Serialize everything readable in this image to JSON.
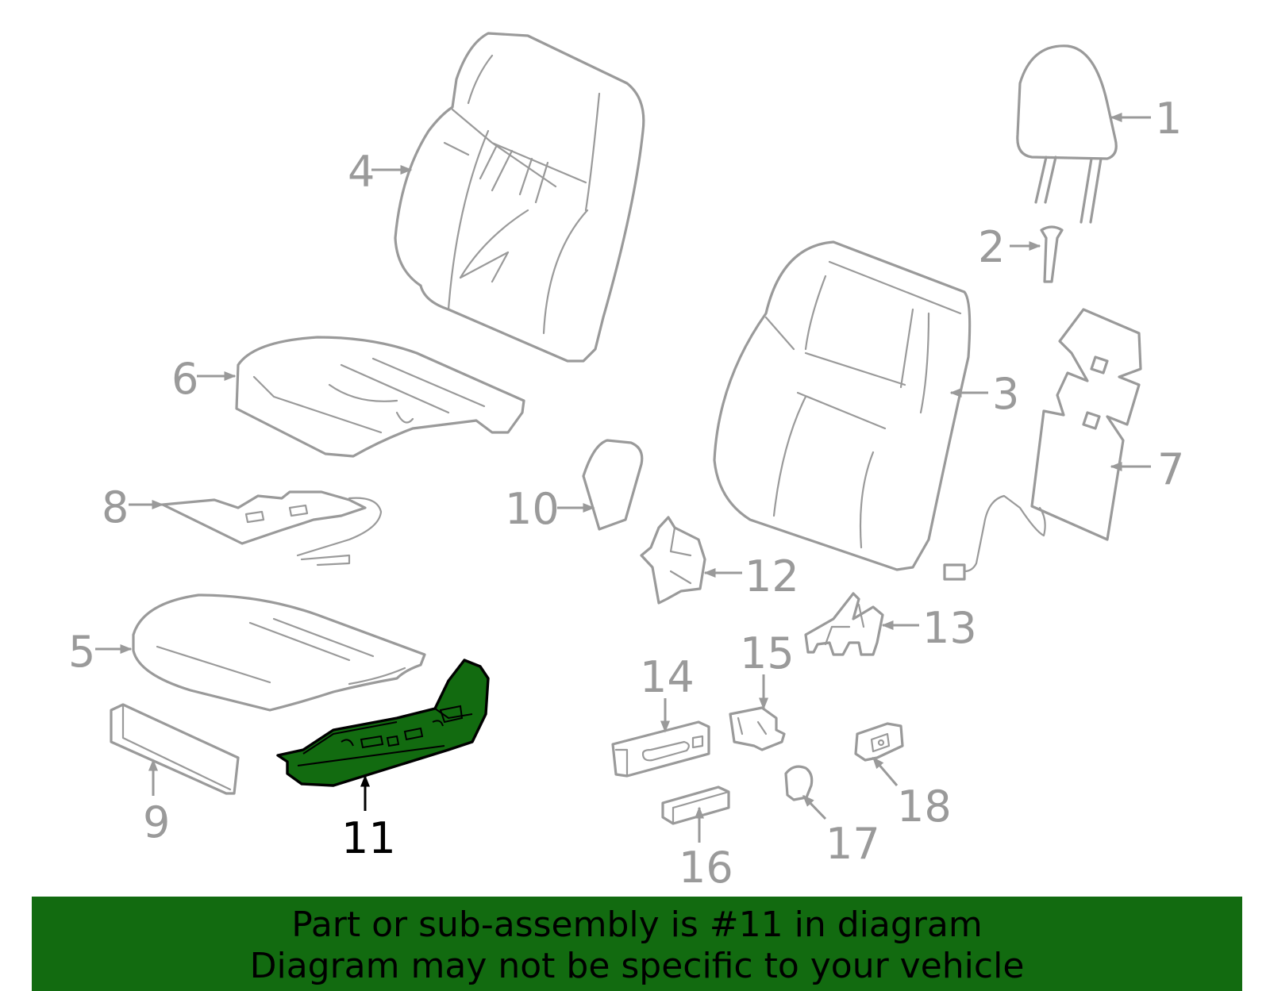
{
  "highlight_color": "#126b10",
  "part_color": "#9a9a9a",
  "callouts": [
    {
      "id": "1",
      "label": "1"
    },
    {
      "id": "2",
      "label": "2"
    },
    {
      "id": "3",
      "label": "3"
    },
    {
      "id": "4",
      "label": "4"
    },
    {
      "id": "5",
      "label": "5"
    },
    {
      "id": "6",
      "label": "6"
    },
    {
      "id": "7",
      "label": "7"
    },
    {
      "id": "8",
      "label": "8"
    },
    {
      "id": "9",
      "label": "9"
    },
    {
      "id": "10",
      "label": "10"
    },
    {
      "id": "11",
      "label": "11",
      "highlighted": true
    },
    {
      "id": "12",
      "label": "12"
    },
    {
      "id": "13",
      "label": "13"
    },
    {
      "id": "14",
      "label": "14"
    },
    {
      "id": "15",
      "label": "15"
    },
    {
      "id": "16",
      "label": "16"
    },
    {
      "id": "17",
      "label": "17"
    },
    {
      "id": "18",
      "label": "18"
    }
  ],
  "banner": {
    "line1": "Part or sub-assembly is #11 in diagram",
    "line2": "Diagram may not be specific to your vehicle"
  }
}
